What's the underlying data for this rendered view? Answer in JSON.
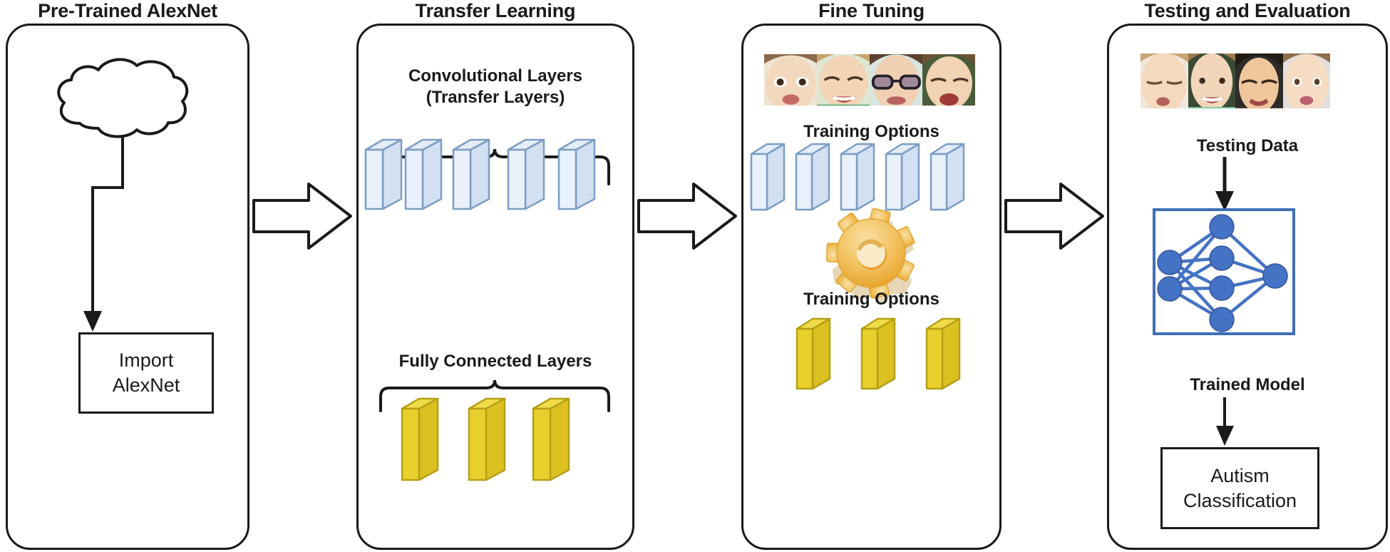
{
  "figure": {
    "type": "pipeline-diagram",
    "title": "Transfer learning pipeline for autism classification using pre-trained AlexNet",
    "stage_count": 4,
    "background_color": "#ffffff",
    "outline_color": "#1a1a1a",
    "blue_block_color": "#dce7f5",
    "blue_block_edge": "#7d9dc4",
    "yellow_block_color": "#e8cf2b",
    "yellow_block_edge": "#b5a017",
    "gear_color": "#efb23b",
    "nn_node_color": "#4472c4",
    "nn_border_color": "#3d6fb4"
  },
  "stages": [
    {
      "id": "pre-trained-alexnet",
      "title": "Pre-Trained AlexNet",
      "elements": {
        "cloud_label": "",
        "import_box_line1": "Import",
        "import_box_line2": "AlexNet"
      }
    },
    {
      "id": "transfer-learning",
      "title": "Transfer Learning",
      "elements": {
        "conv_label_line1": "Convolutional Layers",
        "conv_label_line2": "(Transfer Layers)",
        "conv_block_count": 5,
        "fc_label": "Fully Connected Layers",
        "fc_block_count": 3
      }
    },
    {
      "id": "fine-tuning",
      "title": "Fine Tuning",
      "elements": {
        "training_options_top": "Training Options",
        "conv_block_count": 5,
        "training_options_bottom": "Training Options",
        "fc_block_count": 3,
        "face_count": 4
      }
    },
    {
      "id": "testing-and-evaluation",
      "title": "Testing and Evaluation",
      "elements": {
        "testing_data_label": "Testing Data",
        "trained_model_label": "Trained Model",
        "result_box_line1": "Autism",
        "result_box_line2": "Classification",
        "face_count": 4,
        "nn_input_nodes": 2,
        "nn_hidden_nodes": 4,
        "nn_output_nodes": 1
      }
    }
  ],
  "connectors": {
    "between_stage_1_2": "block-arrow-right",
    "between_stage_2_3": "block-arrow-right",
    "between_stage_3_4": "block-arrow-right",
    "cloud_to_import": "arrow-down",
    "testing_data_to_network": "arrow-down",
    "trained_model_to_result": "arrow-down"
  }
}
